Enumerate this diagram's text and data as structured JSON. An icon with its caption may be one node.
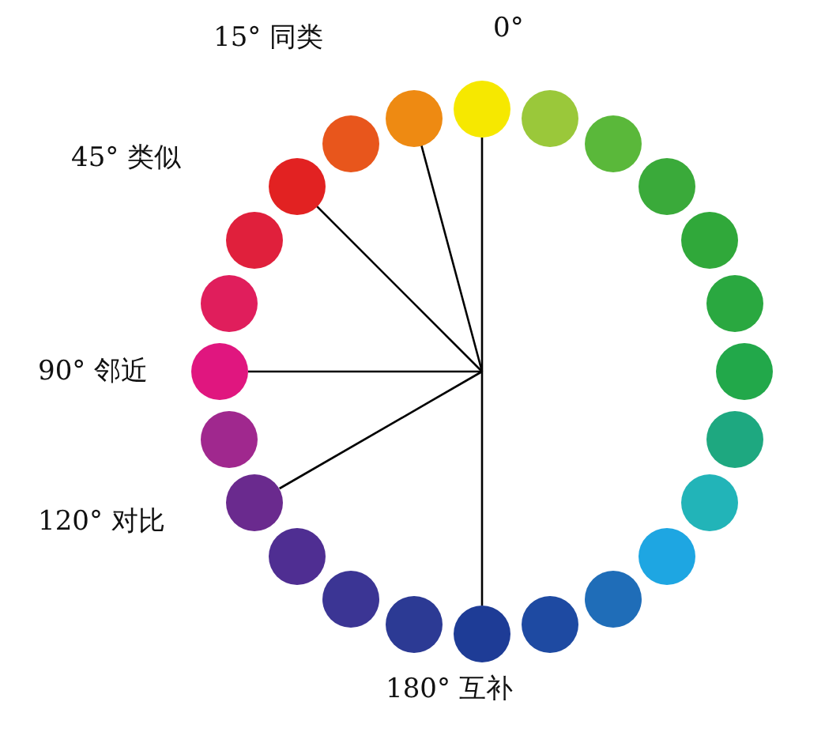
{
  "diagram": {
    "nodes": [
      {
        "text": [],
        "shape": "circle",
        "beside": [
          "0°"
        ]
      },
      {
        "text": [],
        "shape": "circle",
        "beside": [
          "15° 同类"
        ]
      },
      {
        "text": [],
        "shape": "circle"
      },
      {
        "text": [],
        "shape": "circle",
        "beside": [
          "45° 类似"
        ]
      },
      {
        "text": [],
        "shape": "circle"
      },
      {
        "text": [],
        "shape": "circle"
      },
      {
        "text": [],
        "shape": "circle",
        "beside": [
          "90° 邻近"
        ]
      },
      {
        "text": [],
        "shape": "circle"
      },
      {
        "text": [],
        "shape": "circle",
        "beside": [
          "120° 对比"
        ]
      },
      {
        "text": [],
        "shape": "circle"
      },
      {
        "text": [],
        "shape": "circle"
      },
      {
        "text": [],
        "shape": "circle"
      },
      {
        "text": [],
        "shape": "circle",
        "beside": [
          "180° 互补"
        ]
      },
      {
        "text": [],
        "shape": "circle"
      },
      {
        "text": [],
        "shape": "circle"
      },
      {
        "text": [],
        "shape": "circle"
      },
      {
        "text": [],
        "shape": "circle"
      },
      {
        "text": [],
        "shape": "circle"
      },
      {
        "text": [],
        "shape": "circle"
      },
      {
        "text": [],
        "shape": "circle"
      },
      {
        "text": [],
        "shape": "circle"
      },
      {
        "text": [],
        "shape": "circle"
      },
      {
        "text": [],
        "shape": "circle"
      },
      {
        "text": [],
        "shape": "circle"
      }
    ],
    "edges": [
      {
        "from": null,
        "to": 0,
        "arrow": "none"
      },
      {
        "from": null,
        "to": 1,
        "arrow": "none"
      },
      {
        "from": null,
        "to": 3,
        "arrow": "none"
      },
      {
        "from": null,
        "to": 6,
        "arrow": "none"
      },
      {
        "from": null,
        "to": 8,
        "arrow": "none"
      },
      {
        "from": null,
        "to": 12,
        "arrow": "none"
      }
    ]
  }
}
